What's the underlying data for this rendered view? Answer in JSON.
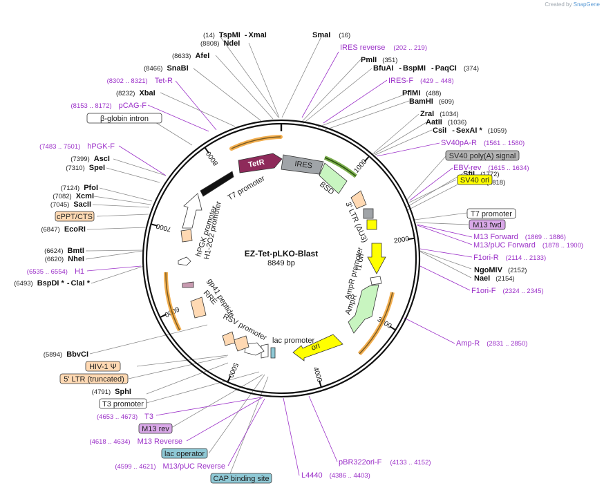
{
  "credit": {
    "prefix": "Created by",
    "brand": "SnapGene"
  },
  "plasmid": {
    "name": "EZ-Tet-pLKO-Blast",
    "size": "8849 bp"
  },
  "tick_labels": [
    "1000",
    "2000",
    "3000",
    "4000",
    "5000",
    "6000",
    "7000",
    "8000"
  ],
  "enzymes": [
    {
      "num": "(14)",
      "name": "TspMI",
      "dash": "-",
      "name2": "XmaI"
    },
    {
      "num": "(8808)",
      "name": "NdeI"
    },
    {
      "num": "(8633)",
      "name": "AfeI"
    },
    {
      "num": "(8466)",
      "name": "SnaBI"
    },
    {
      "num": "(8232)",
      "name": "XbaI"
    },
    {
      "name": "SmaI",
      "num": "(16)"
    },
    {
      "name": "PmlI",
      "num": "(351)"
    },
    {
      "name": "BfuAI",
      "dash": "-",
      "name2": "BspMI",
      "dash2": "-",
      "name3": "PaqCI",
      "num": "(374)"
    },
    {
      "name": "PflMI",
      "num": "(488)"
    },
    {
      "name": "BamHI",
      "num": "(609)"
    },
    {
      "name": "ZraI",
      "num": "(1034)"
    },
    {
      "name": "AatII",
      "num": "(1036)"
    },
    {
      "name": "CsiI",
      "dash": "-",
      "name2": "SexAI *",
      "num": "(1059)"
    },
    {
      "name": "SfiI",
      "num": "(1772)"
    },
    {
      "name": "StuI",
      "num": "(1818)"
    },
    {
      "name": "NgoMIV",
      "num": "(2152)"
    },
    {
      "name": "NaeI",
      "num": "(2154)"
    },
    {
      "num": "(7399)",
      "name": "AscI"
    },
    {
      "num": "(7310)",
      "name": "SpeI"
    },
    {
      "num": "(7124)",
      "name": "PfoI"
    },
    {
      "num": "(7082)",
      "name": "XcmI"
    },
    {
      "num": "(7045)",
      "name": "SacII"
    },
    {
      "num": "(6847)",
      "name": "EcoRI"
    },
    {
      "num": "(6624)",
      "name": "BmtI"
    },
    {
      "num": "(6620)",
      "name": "NheI"
    },
    {
      "num": "(6493)",
      "name": "BspDI *",
      "dash": "-",
      "name2": "ClaI *"
    },
    {
      "num": "(5894)",
      "name": "BbvCI"
    },
    {
      "num": "(4791)",
      "name": "SphI"
    }
  ],
  "primers": [
    {
      "name": "IRES reverse",
      "num": "(202 .. 219)"
    },
    {
      "name": "IRES-F",
      "num": "(429 .. 448)"
    },
    {
      "name": "SV40pA-R",
      "num": "(1561 .. 1580)"
    },
    {
      "name": "EBV-rev",
      "num": "(1615 .. 1634)"
    },
    {
      "name": "M13 Forward",
      "num": "(1869 .. 1886)"
    },
    {
      "name": "M13/pUC Forward",
      "num": "(1878 .. 1900)"
    },
    {
      "name": "F1ori-R",
      "num": "(2114 .. 2133)"
    },
    {
      "name": "F1ori-F",
      "num": "(2324 .. 2345)"
    },
    {
      "name": "Amp-R",
      "num": "(2831 .. 2850)"
    },
    {
      "name": "pBR322ori-F",
      "num": "(4133 .. 4152)"
    },
    {
      "name": "L4440",
      "num": "(4386 .. 4403)"
    },
    {
      "num": "(8302 .. 8321)",
      "name": "Tet-R"
    },
    {
      "num": "(8153 .. 8172)",
      "name": "pCAG-F"
    },
    {
      "num": "(7483 .. 7501)",
      "name": "hPGK-F"
    },
    {
      "num": "(6535 .. 6554)",
      "name": "H1"
    },
    {
      "num": "(4653 .. 4673)",
      "name": "T3"
    },
    {
      "num": "(4618 .. 4634)",
      "name": "M13 Reverse"
    },
    {
      "num": "(4599 .. 4621)",
      "name": "M13/pUC Reverse"
    }
  ],
  "feature_boxes": [
    {
      "text": "β-globin intron",
      "fill": "#ffffff"
    },
    {
      "text": "SV40 poly(A) signal",
      "fill": "#b4b4b4"
    },
    {
      "text": "SV40 ori",
      "fill": "#ffff00"
    },
    {
      "text": "T7 promoter",
      "fill": "#ffffff"
    },
    {
      "text": "M13 fwd",
      "fill": "#d9a8e8"
    },
    {
      "text": "cPPT/CTS",
      "fill": "#ffd9b3"
    },
    {
      "text": "HIV-1 Ψ",
      "fill": "#ffd9b3"
    },
    {
      "text": "5' LTR (truncated)",
      "fill": "#ffd9b3"
    },
    {
      "text": "T3 promoter",
      "fill": "#ffffff"
    },
    {
      "text": "M13 rev",
      "fill": "#d9a8e8"
    },
    {
      "text": "lac operator",
      "fill": "#8fc9d6"
    },
    {
      "text": "CAP binding site",
      "fill": "#8fc9d6"
    }
  ],
  "inner_labels": {
    "tetr": "TetR",
    "ires": "IRES",
    "bsd": "BSD",
    "ltr": "3' LTR (ΔU3)",
    "f1ori": "f1 ori",
    "ampr_promoter": "AmpR promoter",
    "ampr": "AmpR",
    "ori": "ori",
    "lac_promoter": "lac promoter",
    "rsv_promoter": "RSV promoter",
    "rre": "RRE",
    "gp41": "gp41 peptide",
    "h1_tetO": "H1-2O2 promoter",
    "hpgk": "hPGK promoter",
    "t7_promoter": "T7 promoter"
  },
  "colors": {
    "enzyme": "#111111",
    "primer": "#9b30c8",
    "tetr": "#8e2a5a",
    "ires": "#a0a4a8",
    "bsd": "#c8f5c0",
    "ampr": "#c8f5c0",
    "ori": "#ffff00",
    "ltr": "#ffd9b3",
    "highlight": "#f0a030",
    "green_highlight": "#5a9a20"
  }
}
